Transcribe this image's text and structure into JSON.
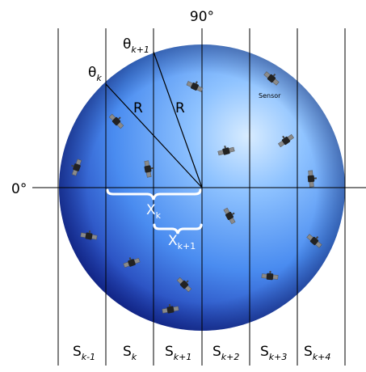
{
  "labels": {
    "angle_top": "90°",
    "angle_left": "0°",
    "theta_k": {
      "base": "θ",
      "sub": "k"
    },
    "theta_k1": {
      "base": "θ",
      "sub": "k+1"
    },
    "radius_1": "R",
    "radius_2": "R",
    "x_k": {
      "base": "X",
      "sub": "k"
    },
    "x_k1": {
      "base": "X",
      "sub": "k+1"
    },
    "sensor": "Sensor"
  },
  "strips": [
    {
      "base": "S",
      "sub": "k-1"
    },
    {
      "base": "S",
      "sub": "k"
    },
    {
      "base": "S",
      "sub": "k+1"
    },
    {
      "base": "S",
      "sub": "k+2"
    },
    {
      "base": "S",
      "sub": "k+3"
    },
    {
      "base": "S",
      "sub": "k+4"
    }
  ],
  "colors": {
    "sphere_light": "#d8ecff",
    "sphere_mid": "#4a8cf0",
    "sphere_dark": "#1426a0",
    "line": "#000000",
    "brace": "#ffffff",
    "satellite_body": "#222222",
    "satellite_panel": "#8a8a8a"
  },
  "icons": {
    "satellite": "satellite-icon"
  }
}
